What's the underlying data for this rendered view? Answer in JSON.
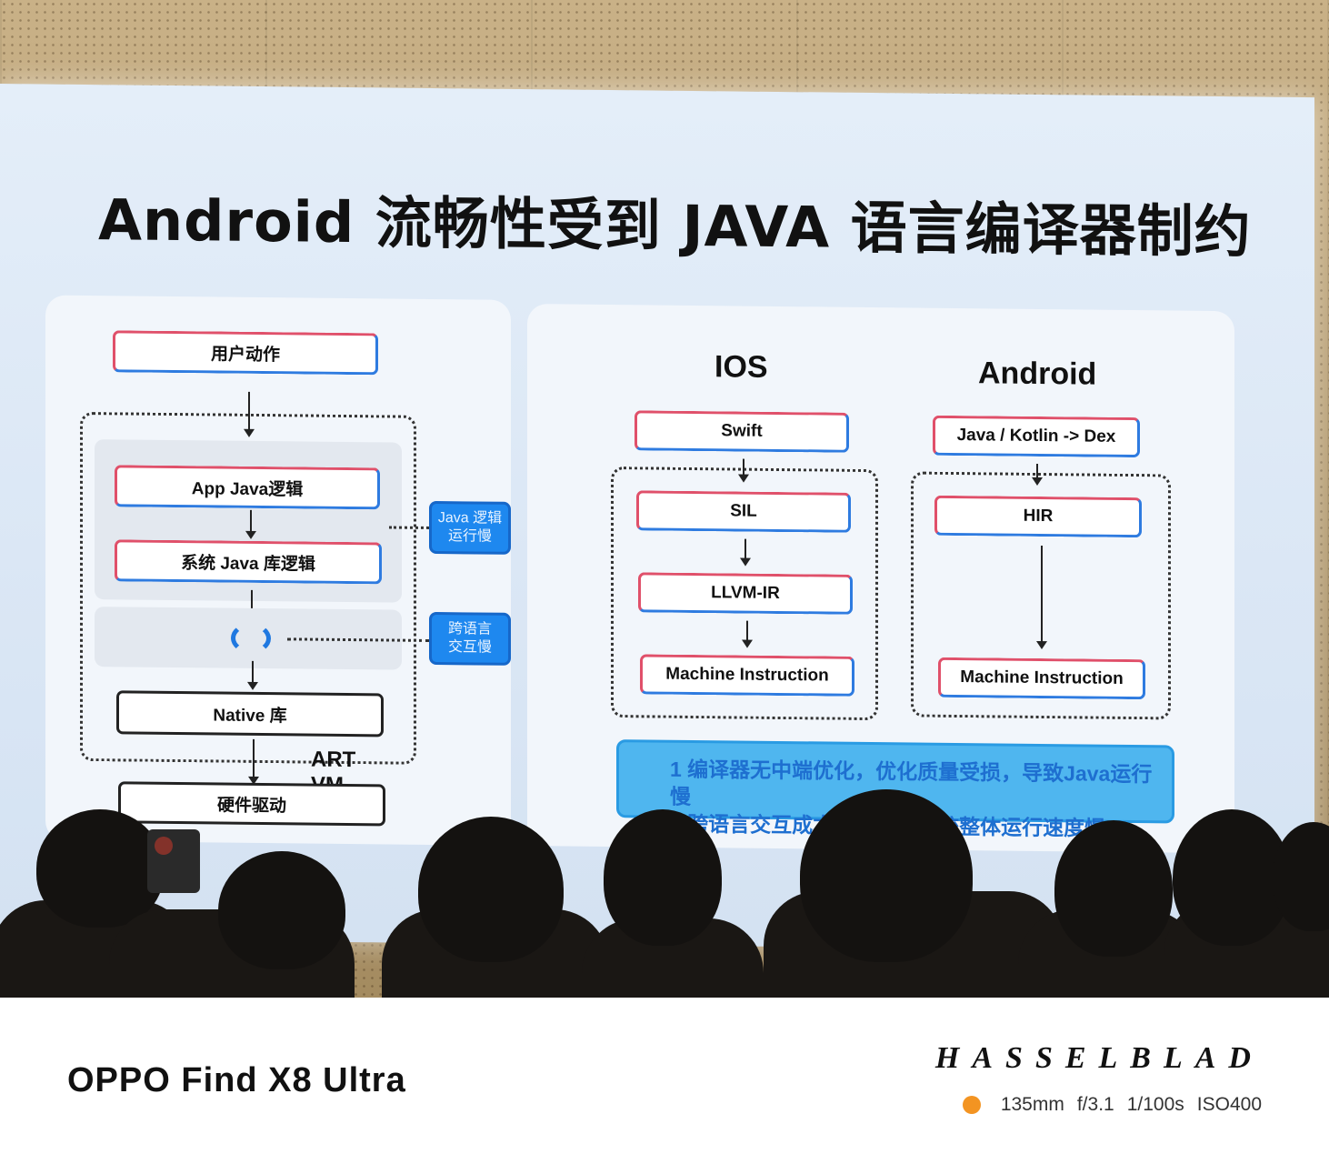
{
  "slide": {
    "title": "Android 流畅性受到 JAVA 语言编译器制约",
    "left_diagram": {
      "user_action": "用户动作",
      "app_java": "App Java逻辑",
      "system_java": "系统 Java 库逻辑",
      "native_lib": "Native 库",
      "hardware_driver": "硬件驱动",
      "art_vm_line1": "ART",
      "art_vm_line2": "VM",
      "tag_java_slow_1": "Java 逻辑",
      "tag_java_slow_2": "运行慢",
      "tag_cross_lang_1": "跨语言",
      "tag_cross_lang_2": "交互慢"
    },
    "ios": {
      "heading": "IOS",
      "steps": [
        "Swift",
        "SIL",
        "LLVM-IR",
        "Machine Instruction"
      ]
    },
    "android": {
      "heading": "Android",
      "steps": [
        "Java / Kotlin -> Dex",
        "HIR",
        "Machine Instruction"
      ]
    },
    "notes": [
      "1  编译器无中端优化，优化质量受损，导致Java运行慢",
      "2  跨语言交互成本高，导致系统整体运行速度慢"
    ]
  },
  "footer": {
    "device": "OPPO Find X8 Ultra",
    "brand": "HASSELBLAD",
    "focal": "135mm",
    "aperture": "f/3.1",
    "shutter": "1/100s",
    "iso": "ISO400",
    "colors": {
      "dot": "#f39422"
    }
  }
}
